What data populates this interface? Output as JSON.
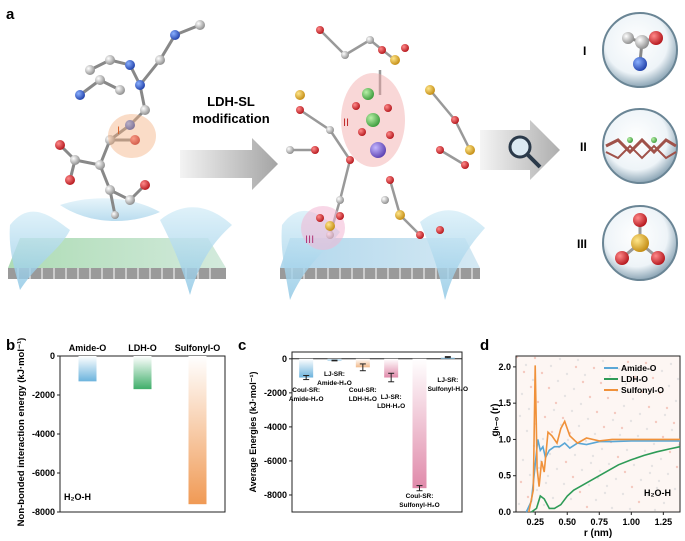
{
  "panel_a": {
    "label": "a",
    "arrow_text_line1": "LDH-SL",
    "arrow_text_line2": "modification",
    "site_labels": [
      "I",
      "II",
      "III"
    ],
    "zoom_labels": [
      "I",
      "II",
      "III"
    ]
  },
  "panel_b": {
    "label": "b",
    "corner_text": "H₂O-H",
    "ylabel": "Non-bonded interaction energy (kJ·mol⁻¹)"
  },
  "panel_c": {
    "label": "c",
    "ylabel": "Average Energies (kJ·mol⁻¹)"
  },
  "panel_d": {
    "label": "d",
    "corner_text": "H₂O-H",
    "ylabel": "gₕ₋ₒ (r)",
    "xlabel": "r (nm)"
  },
  "colors": {
    "amide": "#5aa7d6",
    "ldh": "#2e9b57",
    "sulfonyl": "#f0913a",
    "sulfonyl_bar": "#f3a46a",
    "pink_bar": "#d98ba6"
  },
  "chart_data": [
    {
      "type": "bar",
      "panel": "b",
      "categories": [
        "Amide-O",
        "LDH-O",
        "Sulfonyl-O"
      ],
      "values": [
        -1300,
        -1700,
        -7600
      ],
      "ylim": [
        -8000,
        0
      ],
      "yticks": [
        0,
        -2000,
        -4000,
        -6000,
        -8000
      ],
      "ytick_labels": [
        "0",
        "-2000",
        "-4000",
        "-6000",
        "-8000"
      ],
      "ylabel": "Non-bonded interaction energy (kJ·mol⁻¹)"
    },
    {
      "type": "bar",
      "panel": "c",
      "categories": [
        "Coul-SR:\nAmide-H₂O",
        "LJ-SR:\nAmide-H₂O",
        "Coul-SR:\nLDH-H₂O",
        "LJ-SR:\nLDH-H₂O",
        "Coul-SR:\nSulfonyl-H₂O",
        "LJ-SR:\nSulfonyl-H₂O"
      ],
      "values": [
        -1100,
        -100,
        -500,
        -1100,
        -7600,
        100
      ],
      "errors": [
        120,
        20,
        200,
        250,
        150,
        30
      ],
      "ylim": [
        -9000,
        400
      ],
      "yticks": [
        0,
        -2000,
        -4000,
        -6000,
        -8000
      ],
      "ytick_labels": [
        "0",
        "-2000",
        "-4000",
        "-6000",
        "-8000"
      ],
      "ylabel": "Average Energies (kJ·mol⁻¹)"
    },
    {
      "type": "line",
      "panel": "d",
      "xlabel": "r (nm)",
      "ylabel": "gₕ₋ₒ (r)",
      "xlim": [
        0.1,
        1.38
      ],
      "ylim": [
        0,
        2.15
      ],
      "xticks": [
        0.25,
        0.5,
        0.75,
        1.0,
        1.25
      ],
      "xtick_labels": [
        "0.25",
        "0.50",
        "0.75",
        "1.00",
        "1.25"
      ],
      "yticks": [
        0.0,
        0.5,
        1.0,
        1.5,
        2.0
      ],
      "ytick_labels": [
        "0.0",
        "0.5",
        "1.0",
        "1.5",
        "2.0"
      ],
      "legend_position": "top-right",
      "series": [
        {
          "name": "Amide-O",
          "x": [
            0.18,
            0.22,
            0.25,
            0.27,
            0.29,
            0.31,
            0.33,
            0.36,
            0.4,
            0.44,
            0.48,
            0.52,
            0.58,
            0.65,
            0.75,
            0.85,
            1.0,
            1.15,
            1.3,
            1.38
          ],
          "y": [
            0,
            0.15,
            0.65,
            1.0,
            0.85,
            0.9,
            0.75,
            0.85,
            0.9,
            0.9,
            0.95,
            0.88,
            0.95,
            0.93,
            0.97,
            0.97,
            0.98,
            0.98,
            0.98,
            0.98
          ]
        },
        {
          "name": "LDH-O",
          "x": [
            0.22,
            0.26,
            0.29,
            0.32,
            0.36,
            0.4,
            0.45,
            0.5,
            0.55,
            0.6,
            0.7,
            0.8,
            0.9,
            1.0,
            1.1,
            1.2,
            1.3,
            1.38
          ],
          "y": [
            0,
            0.05,
            0.22,
            0.18,
            0.05,
            0.05,
            0.1,
            0.22,
            0.3,
            0.35,
            0.45,
            0.55,
            0.65,
            0.72,
            0.78,
            0.83,
            0.87,
            0.9
          ]
        },
        {
          "name": "Sulfonyl-O",
          "x": [
            0.2,
            0.235,
            0.25,
            0.265,
            0.28,
            0.3,
            0.32,
            0.35,
            0.38,
            0.42,
            0.45,
            0.48,
            0.52,
            0.58,
            0.65,
            0.75,
            0.85,
            1.0,
            1.15,
            1.3,
            1.38
          ],
          "y": [
            0,
            0.3,
            2.02,
            0.6,
            0.35,
            0.7,
            0.55,
            1.1,
            1.05,
            0.95,
            1.15,
            1.25,
            1.05,
            0.95,
            1.02,
            0.98,
            1.0,
            1.0,
            1.0,
            1.0,
            1.0
          ]
        }
      ]
    }
  ]
}
